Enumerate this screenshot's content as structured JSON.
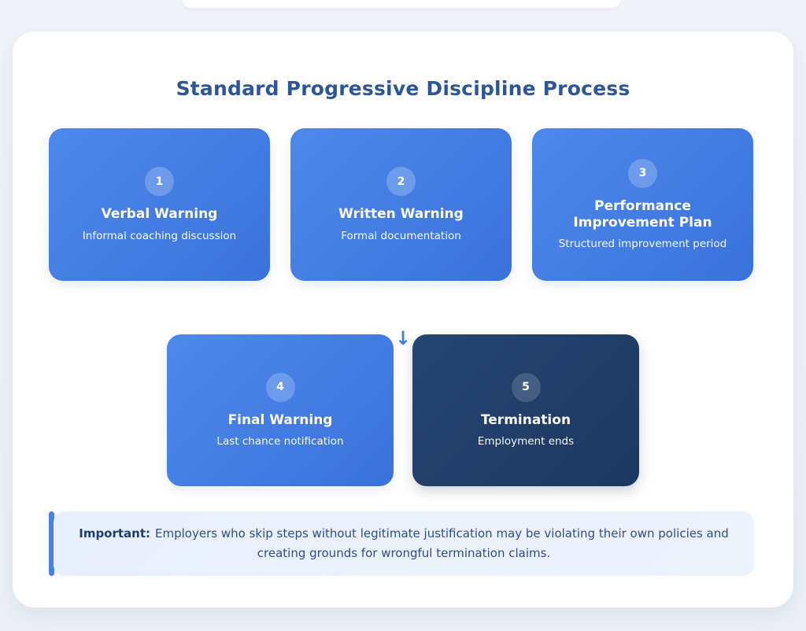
{
  "title": "Standard Progressive Discipline Process",
  "steps": [
    {
      "number": "1",
      "title": "Verbal Warning",
      "subtitle": "Informal coaching discussion",
      "variant": "blue"
    },
    {
      "number": "2",
      "title": "Written Warning",
      "subtitle": "Formal documentation",
      "variant": "blue"
    },
    {
      "number": "3",
      "title": "Performance Improvement Plan",
      "subtitle": "Structured improvement period",
      "variant": "blue"
    },
    {
      "number": "4",
      "title": "Final Warning",
      "subtitle": "Last chance notification",
      "variant": "blue"
    },
    {
      "number": "5",
      "title": "Termination",
      "subtitle": "Employment ends",
      "variant": "dark"
    }
  ],
  "arrow": {
    "glyph": "↓"
  },
  "note": {
    "label": "Important:",
    "text": "Employers who skip steps without legitimate justification may be violating their own policies and creating grounds for wrongful termination claims."
  },
  "colors": {
    "title_text": "#2e5694",
    "card_blue_start": "#4d89ea",
    "card_blue_end": "#3a72db",
    "card_dark_start": "#264571",
    "card_dark_end": "#1b3861",
    "arrow": "#3f7ce8",
    "note_background": "#e8f0fc",
    "note_accent": "#4a80e0",
    "note_text": "#2e4d85",
    "page_background": "#eef1f7"
  }
}
